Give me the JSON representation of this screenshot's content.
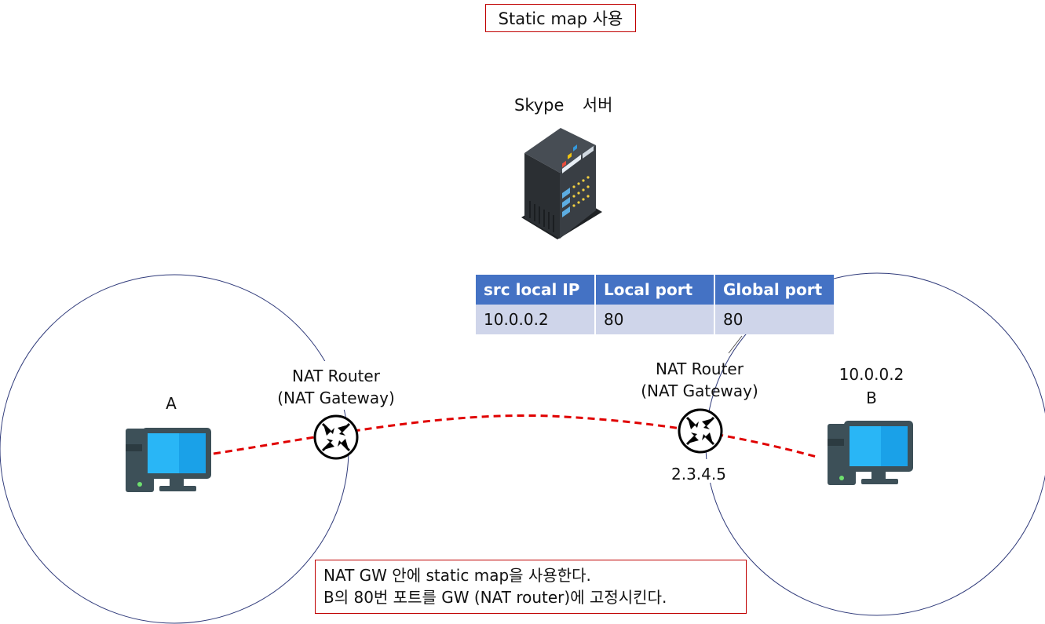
{
  "title": "Static map 사용",
  "server": {
    "label_name": "Skype",
    "label_suffix": "서버"
  },
  "table": {
    "headers": [
      "src local IP",
      "Local port",
      "Global port"
    ],
    "rows": [
      [
        "10.0.0.2",
        "80",
        "80"
      ]
    ]
  },
  "router_left": {
    "line1": "NAT Router",
    "line2": "(NAT Gateway)"
  },
  "router_right": {
    "line1": "NAT Router",
    "line2": "(NAT Gateway)",
    "ip": "2.3.4.5"
  },
  "host_a": {
    "label": "A"
  },
  "host_b": {
    "ip": "10.0.0.2",
    "label": "B"
  },
  "note": {
    "line1": "NAT GW 안에 static map을 사용한다.",
    "line2": "B의 80번 포트를 GW (NAT router)에 고정시킨다."
  },
  "colors": {
    "circle": "#2f3a7a",
    "connection": "#e00000",
    "box_border": "#c00000",
    "table_header": "#4472c4",
    "table_row": "#cfd5ea"
  }
}
